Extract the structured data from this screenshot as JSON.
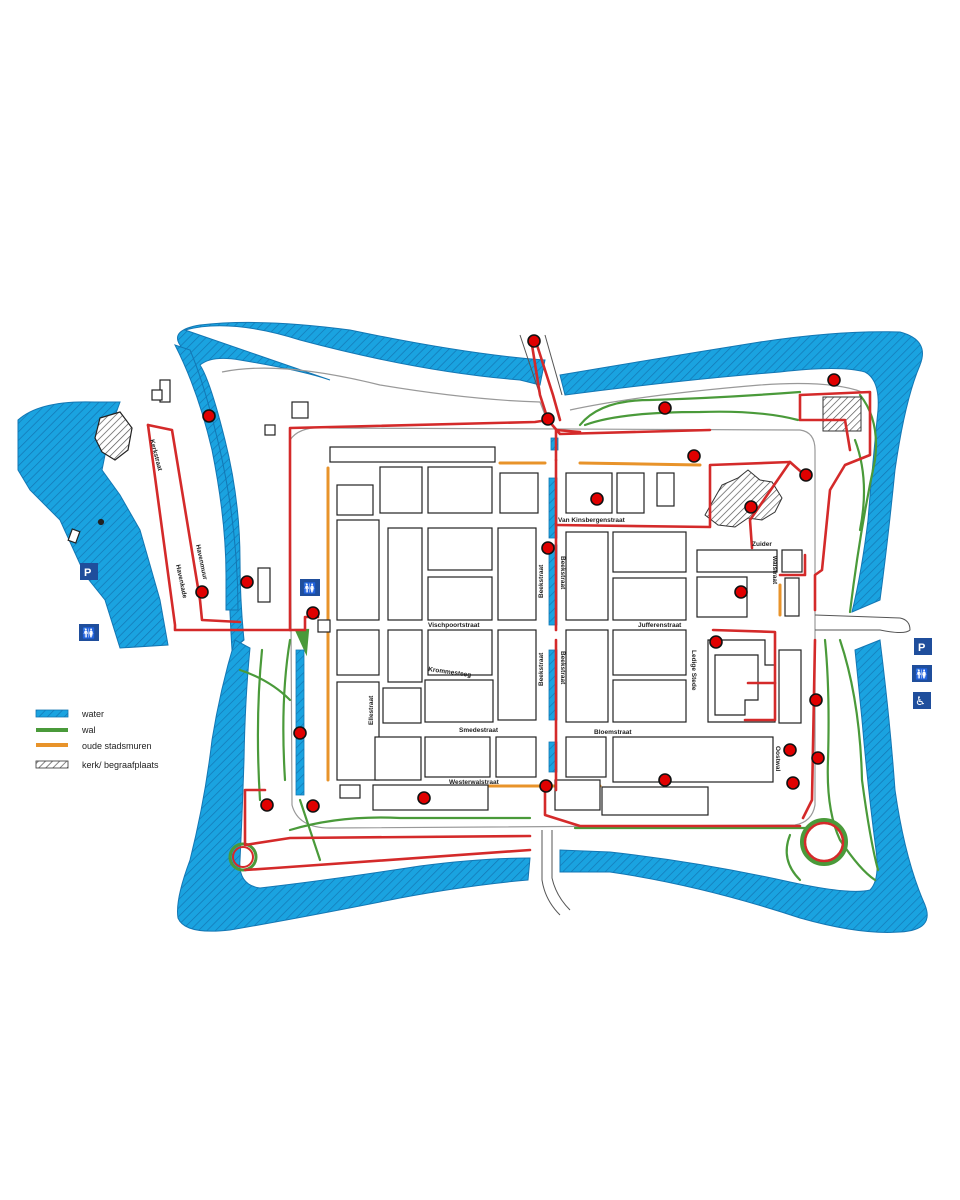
{
  "map": {
    "colors": {
      "water": "#1aa3e0",
      "wall": "#4a9a3a",
      "old_walls": "#e8932a",
      "route": "#d42a2a",
      "poi": "#e00000"
    },
    "streets": {
      "kerkstraat": "Kerkstraat",
      "havenmuur": "Havenmuur",
      "havenkade": "Havenkade",
      "van_kinsbergen": "Van Kinsbergenstraat",
      "zuider": "Zuider",
      "zuider_wal": "walstraat",
      "beekstraat_north": "Beekstraat",
      "beekstraat_mid": "Beekstraat",
      "visch": "Vischpoortstraat",
      "jufferen": "Jufferenstraat",
      "kromme": "Krommesteeg",
      "beekstraat_s1": "Beekstraat",
      "beekstraat_s2": "Beekstraat",
      "ledige": "Ledige Stede",
      "elle": "Ellestraat",
      "smede": "Smedestraat",
      "bloem": "Bloemstraat",
      "westerwal": "Westerwalstraat",
      "oost": "Oostwal"
    },
    "legend": [
      {
        "label": "water",
        "swatch": "water"
      },
      {
        "label": "wal",
        "swatch": "wall"
      },
      {
        "label": "oude stadsmuren",
        "swatch": "old_walls"
      },
      {
        "label": "kerk/ begraafplaats",
        "swatch": "church"
      }
    ],
    "signs": {
      "parking": "P",
      "toilets": "🚻",
      "accessible": "♿"
    }
  }
}
